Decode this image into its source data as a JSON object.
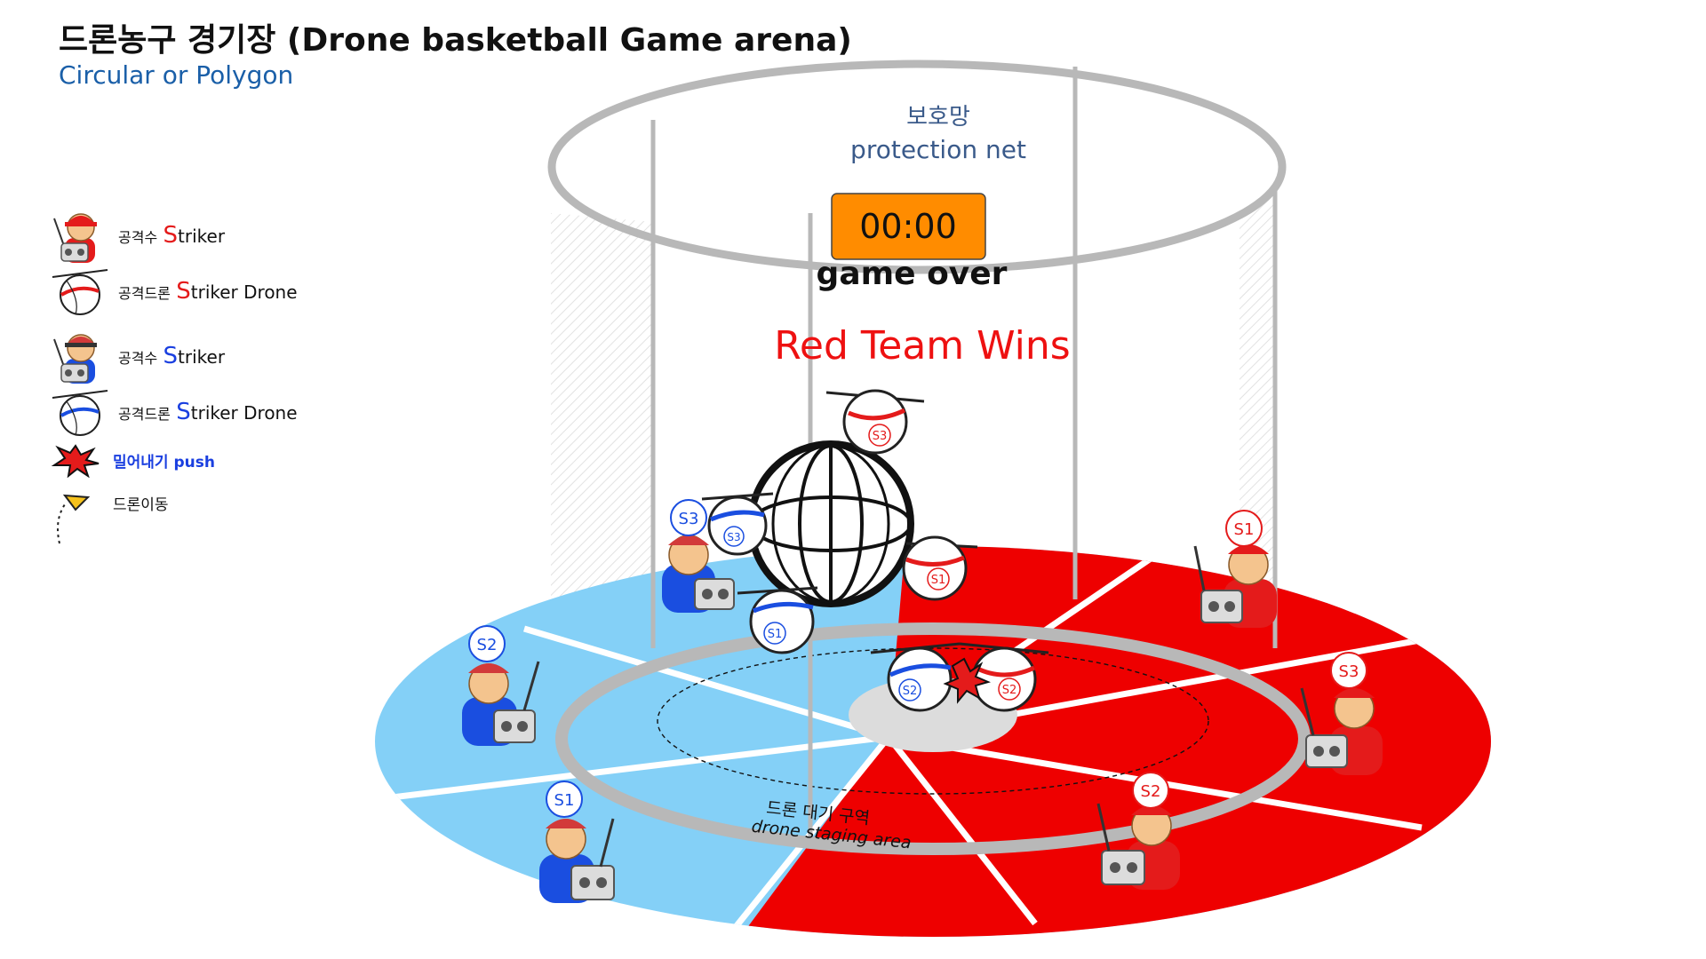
{
  "header": {
    "title": "드론농구 경기장 (Drone basketball Game arena)",
    "subtitle": "Circular or Polygon"
  },
  "legend": {
    "red_striker": {
      "korean": "공격수",
      "s": "S",
      "rest": "triker"
    },
    "red_drone": {
      "korean": "공격드론",
      "s": "S",
      "rest": "triker Drone"
    },
    "blue_striker": {
      "korean": "공격수",
      "s": "S",
      "rest": "triker"
    },
    "blue_drone": {
      "korean": "공격드론",
      "s": "S",
      "rest": "triker Drone"
    },
    "push": "밀어내기 push",
    "move": "드론이동"
  },
  "net": {
    "label_korean": "보호망",
    "label_english": "protection net"
  },
  "scoreboard": {
    "time": "00:00",
    "status": "game over",
    "result": "Red Team Wins"
  },
  "staging": {
    "korean": "드론 대기 구역",
    "english": "drone staging area"
  },
  "players": {
    "blue": [
      "S3",
      "S2",
      "S1"
    ],
    "red": [
      "S1",
      "S3",
      "S2"
    ]
  },
  "drones": {
    "red": [
      "S3",
      "S1",
      "S2"
    ],
    "blue": [
      "S3",
      "S1",
      "S2"
    ]
  },
  "colors": {
    "red_team": "#ee0000",
    "blue_team": "#84d0f7",
    "timer_bg": "#ff8c00",
    "net_gray": "#b8b8b8"
  }
}
